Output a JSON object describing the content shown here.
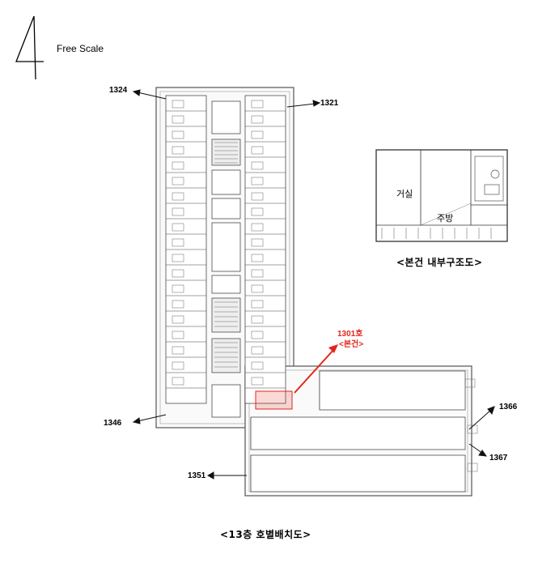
{
  "scale": {
    "label": "Free Scale"
  },
  "unit_labels": {
    "u1324": "1324",
    "u1321": "1321",
    "u1346": "1346",
    "u1351": "1351",
    "u1366": "1366",
    "u1367": "1367"
  },
  "highlight": {
    "unit": "1301호",
    "note": "<본건>",
    "color": "#e1261c"
  },
  "interior": {
    "caption": "<본건 내부구조도>",
    "room_living": "거실",
    "room_kitchen": "주방"
  },
  "floorplan": {
    "caption": "<13층 호별배치도>"
  }
}
